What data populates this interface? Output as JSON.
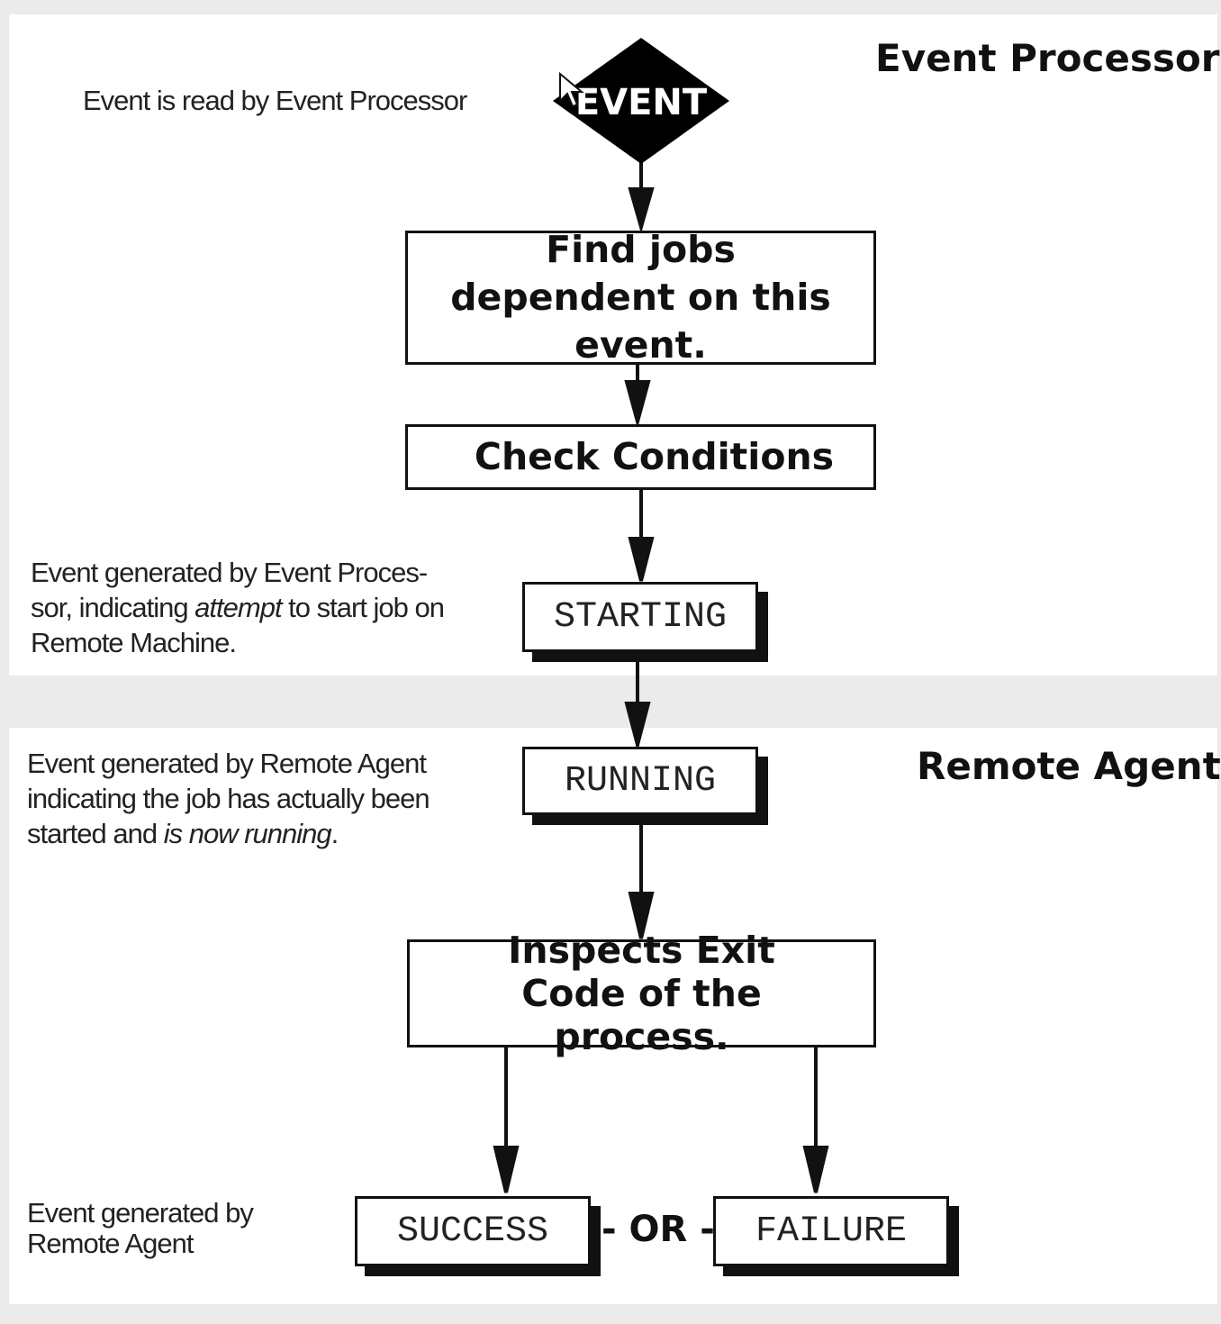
{
  "sections": {
    "top_title": "Event Processor",
    "bottom_title": "Remote Agent"
  },
  "event": {
    "label": "EVENT"
  },
  "notes": {
    "event_read": "Event is read by Event Processor",
    "starting_pre": "Event generated by Event Proces-sor, indicating ",
    "starting_em": "attempt",
    "starting_post": " to start job on Remote Machine.",
    "running_pre": "Event generated by Remote Agent indicating the job has actually been started and ",
    "running_em": "is now running",
    "running_post": ".",
    "outcome": "Event generated by Remote Agent"
  },
  "steps": {
    "find_jobs": "Find jobs dependent on this event.",
    "check_conditions": "Check Conditions",
    "inspect_exit": "Inspects Exit Code of the process."
  },
  "states": {
    "starting": "STARTING",
    "running": "RUNNING",
    "success": "SUCCESS",
    "failure": "FAILURE",
    "or": "- OR -"
  }
}
